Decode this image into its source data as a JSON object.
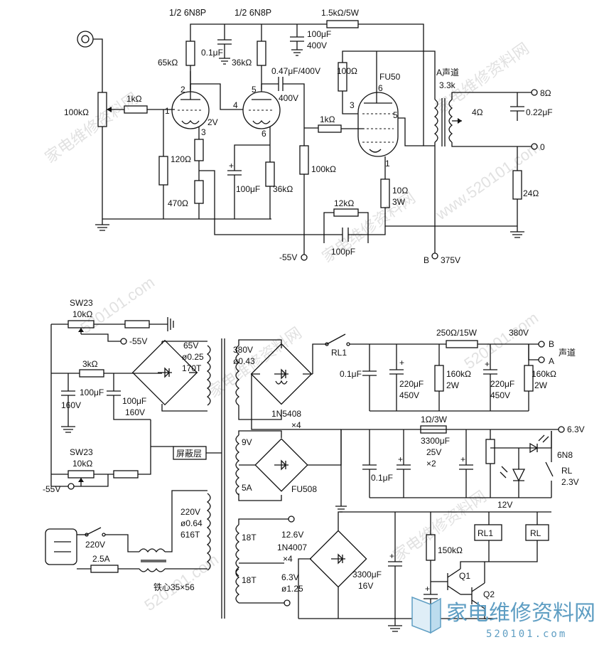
{
  "amp": {
    "tube1": "1/2 6N8P",
    "tube2": "1/2 6N8P",
    "r_top": "1.5kΩ/5W",
    "r_65k": "65kΩ",
    "c_01": "0.1μF",
    "r_36k_a": "36kΩ",
    "c_100u_400": "100μF",
    "v400": "400V",
    "c_047": "0.47μF/400V",
    "v400b": "400V",
    "r_100": "100Ω",
    "fu50": "FU50",
    "ch_a": "A声道",
    "r_33k": "3.3k",
    "o8": "8Ω",
    "o4": "4Ω",
    "c_022": "0.22μF",
    "o0": "0",
    "vol": "100kΩ",
    "r_1k": "1kΩ",
    "r_1k_b": "1kΩ",
    "v2": "2V",
    "r_120": "120Ω",
    "r_470": "470Ω",
    "c_100u": "100μF",
    "r_36k_b": "36kΩ",
    "r_100k": "100kΩ",
    "r_10": "10Ω",
    "w3": "3W",
    "r_24": "24Ω",
    "r_12k": "12kΩ",
    "c_100p": "100pF",
    "vneg55": "-55V",
    "b": "B",
    "v375": "375V",
    "pins": {
      "p1": "1",
      "p2": "2",
      "p3": "3",
      "p4": "4",
      "p5": "5",
      "p6": "6",
      "f6": "6",
      "f3": "3",
      "f5": "5",
      "f1": "1"
    }
  },
  "psu": {
    "sw23a": "SW23",
    "r10ka": "10kΩ",
    "neg55a": "-55V",
    "r3k": "3kΩ",
    "v65": "65V",
    "d025": "ø0.25",
    "t170": "170T",
    "c100a": "100μF",
    "c100b": "100μF",
    "v160a": "160V",
    "v160b": "160V",
    "v380": "380V",
    "d043": "ø0.43",
    "rl1": "RL1",
    "r250": "250Ω/15W",
    "v380b": "380V",
    "b": "B",
    "ch": "声道",
    "a": "A",
    "c01": "0.1μF",
    "c220a": "220μF",
    "v450a": "450V",
    "r160a": "160kΩ",
    "w2a": "2W",
    "c220b": "220μF",
    "v450b": "450V",
    "r160b": "160kΩ",
    "w2b": "2W",
    "n5408": "1N5408",
    "x4a": "×4",
    "v9": "9V",
    "a5": "5A",
    "fu508": "FU508",
    "r1": "1Ω/3W",
    "v63": "6.3V",
    "c01b": "0.1μF",
    "c3300a": "3300μF",
    "v25": "25V",
    "x2": "×2",
    "n6n8": "6N8",
    "rl": "RL",
    "v23": "2.3V",
    "sw23b": "SW23",
    "r10kb": "10kΩ",
    "shield": "屏蔽层",
    "neg55b": "-55V",
    "v220": "220V",
    "d064": "ø0.64",
    "t616": "616T",
    "mains": "220V",
    "fuse": "2.5A",
    "core": "铁心35×56",
    "t18a": "18T",
    "v126": "12.6V",
    "n4007": "1N4007",
    "x4b": "×4",
    "t18b": "18T",
    "v63b": "6.3V",
    "d125": "ø1.25",
    "c3300b": "3300μF",
    "v16": "16V",
    "v12": "12V",
    "rl1b": "RL1",
    "rlb": "RL",
    "r150k": "150kΩ",
    "q1": "Q1",
    "q2": "Q2"
  },
  "watermark": {
    "logo": "家电维修资料网",
    "url": "520101.com",
    "site": "www.520101.com"
  }
}
